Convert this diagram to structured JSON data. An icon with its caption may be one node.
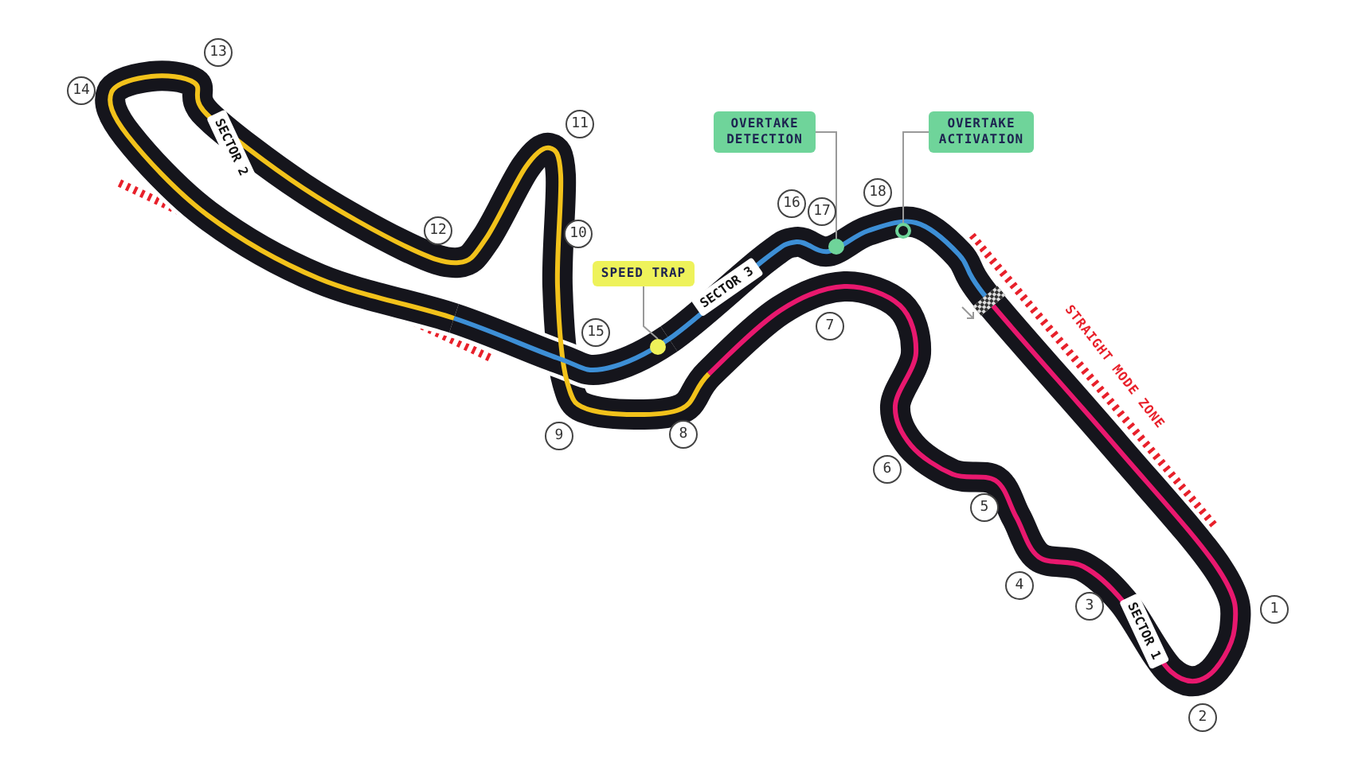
{
  "diagram": {
    "nodes": [
      {
        "text": [
          "OVERTAKE DETECTION"
        ]
      },
      {
        "text": [
          "OVERTAKE ACTIVATION"
        ]
      },
      {
        "text": [
          "SPEED TRAP"
        ]
      },
      {
        "text": [],
        "shape": "circle"
      },
      {
        "text": [],
        "shape": "circle"
      },
      {
        "text": [],
        "shape": "circle"
      }
    ],
    "edges": [
      {
        "from": 2,
        "to": 3,
        "arrow": "none"
      },
      {
        "from": 0,
        "to": 4,
        "arrow": "none"
      },
      {
        "from": 1,
        "to": 5,
        "arrow": "none"
      }
    ],
    "labels": [
      "13",
      "14",
      "11",
      "18",
      "16",
      "17",
      "12",
      "10",
      "7",
      "15",
      "8",
      "9",
      "6",
      "5",
      "4",
      "3",
      "1",
      "2",
      "SECTOR 2",
      "SECTOR 3",
      "STRAIGHT MODE ZONE",
      "SECTOR 1"
    ]
  }
}
